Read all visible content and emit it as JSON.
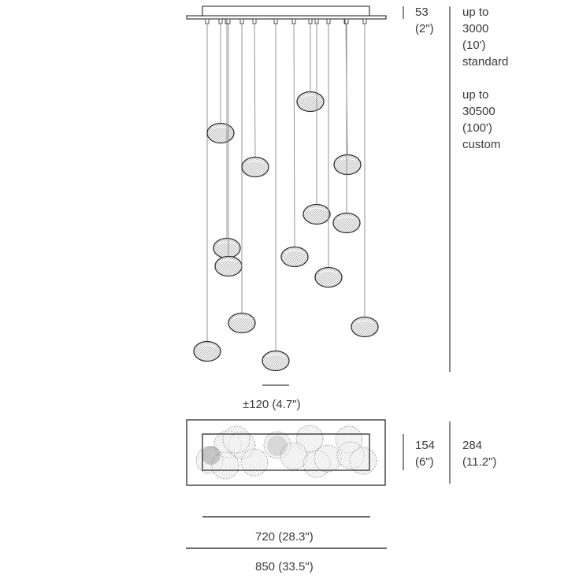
{
  "dimensions": {
    "canopy_height": {
      "mm": "53",
      "in": "(2\")"
    },
    "standard_drop": [
      "up to",
      "3000",
      "(10')",
      "standard"
    ],
    "custom_drop": [
      "up to",
      "30500",
      "(100')",
      "custom"
    ],
    "pendant_offset": "±120 (4.7\")",
    "inner_depth": {
      "mm": "154",
      "in": "(6\")"
    },
    "outer_depth": {
      "mm": "284",
      "in": "(11.2\")"
    },
    "inner_width": "720 (28.3\")",
    "outer_width": "850 (33.5\")"
  },
  "pendant_count": 14,
  "colors": {
    "line": "#3a3a3a",
    "text": "#3a3a3a",
    "cord": "#8a8a8a",
    "glass": "#7a7a7a"
  }
}
